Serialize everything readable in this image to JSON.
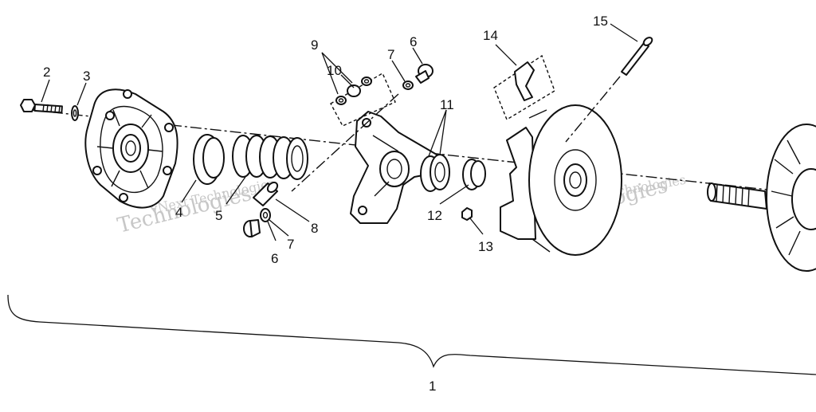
{
  "diagram": {
    "callouts": [
      "1",
      "2",
      "3",
      "4",
      "5",
      "6",
      "6",
      "7",
      "7",
      "8",
      "9",
      "10",
      "11",
      "12",
      "13",
      "14",
      "15"
    ],
    "watermark": "vNext Technologies",
    "watermark_short": "Technologies",
    "colors": {
      "ink": "#111111",
      "paper": "#ffffff",
      "watermark": "#c7c7c7"
    }
  }
}
